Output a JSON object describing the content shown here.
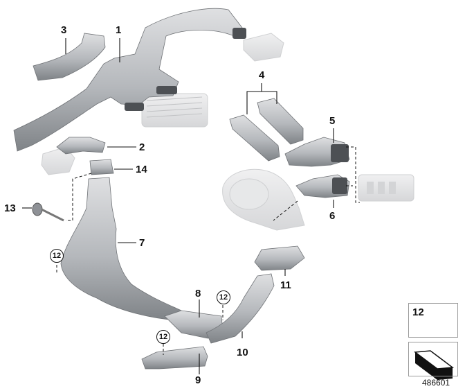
{
  "callouts": {
    "c1": "1",
    "c2": "2",
    "c3": "3",
    "c4": "4",
    "c5": "5",
    "c6": "6",
    "c7": "7",
    "c8": "8",
    "c9": "9",
    "c10": "10",
    "c11": "11",
    "c13": "13",
    "c14": "14"
  },
  "circled_refs": [
    "12",
    "12",
    "12"
  ],
  "legend": {
    "part_number": "12"
  },
  "diagram_id": "486601",
  "colors": {
    "part_fill": "#c4c6c9",
    "part_shade": "#8e9196",
    "ghost_fill": "#e4e5e6",
    "line": "#111111"
  }
}
